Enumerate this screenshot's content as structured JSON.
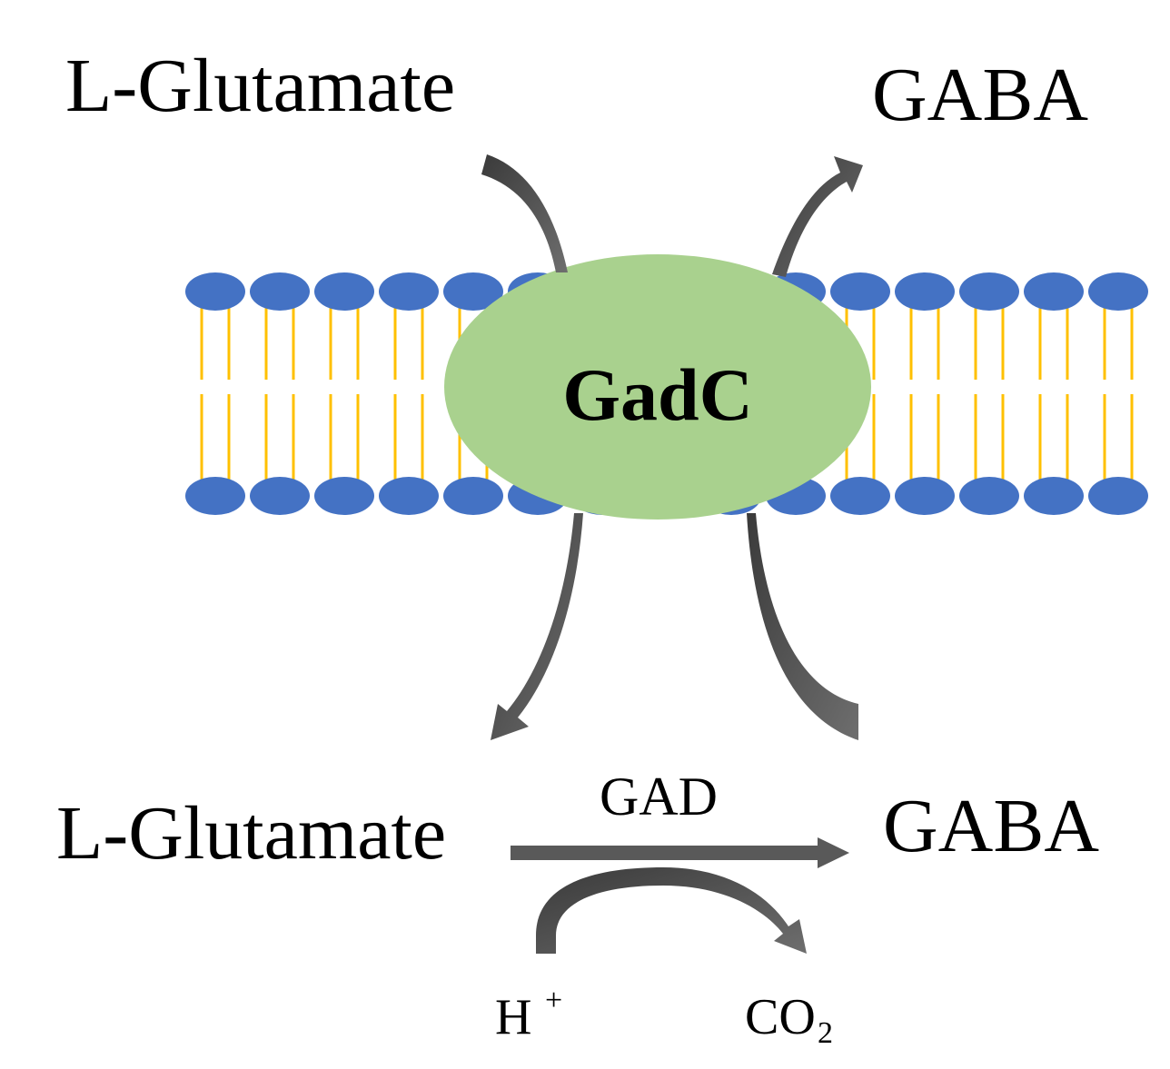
{
  "labels": {
    "outside_substrate": "L-Glutamate",
    "outside_product": "GABA",
    "transporter": "GadC",
    "inside_substrate": "L-Glutamate",
    "inside_product": "GABA",
    "enzyme": "GAD",
    "proton": "H",
    "proton_charge": "+",
    "co2_base": "CO",
    "co2_subscript": "2"
  },
  "colors": {
    "lipid_head": "#4472c4",
    "lipid_tail": "#ffc000",
    "transporter_fill": "#a9d18e",
    "arrow": "#595959",
    "text": "#000000"
  }
}
